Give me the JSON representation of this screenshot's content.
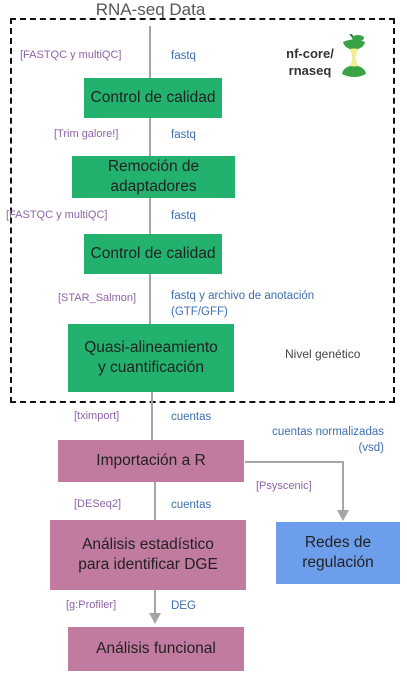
{
  "title": "RNA-seq Data",
  "pipeline_label": [
    "nf-core/",
    "rnaseq"
  ],
  "level_note": "Nivel genético",
  "steps": [
    {
      "tool": "[FASTQC y multiQC]",
      "data": "fastq",
      "label": "Control de calidad"
    },
    {
      "tool": "[Trim galore!]",
      "data": "fastq",
      "label": "Remoción de adaptadores"
    },
    {
      "tool": "[FASTQC y multiQC]",
      "data": "fastq",
      "label": "Control de calidad"
    },
    {
      "tool": "[STAR_Salmon]",
      "data": [
        "fastq y archivo de anotación",
        "(GTF/GFF)"
      ],
      "label": "Quasi-alineamiento y cuantificación"
    },
    {
      "tool": "[tximport]",
      "data": "cuentas",
      "label": "Importación a R"
    },
    {
      "tool": "[DESeq2]",
      "data": "cuentas",
      "label": "Análisis estadístico para identificar DGE"
    },
    {
      "tool": "[g:Profiler]",
      "data": "DEG",
      "label": "Análisis funcional"
    }
  ],
  "branch": {
    "tool": "[Psyscenic]",
    "data": [
      "cuentas normalizadas",
      "(vsd)"
    ],
    "label": "Redes de regulación"
  },
  "colors": {
    "nfcore_step": "#23b26d",
    "r_step": "#c27ba0",
    "network_step": "#6d9eeb",
    "tool_text": "#8e63a7",
    "data_text": "#3d6fb0"
  },
  "icons": [
    "apple-core-logo-icon"
  ]
}
